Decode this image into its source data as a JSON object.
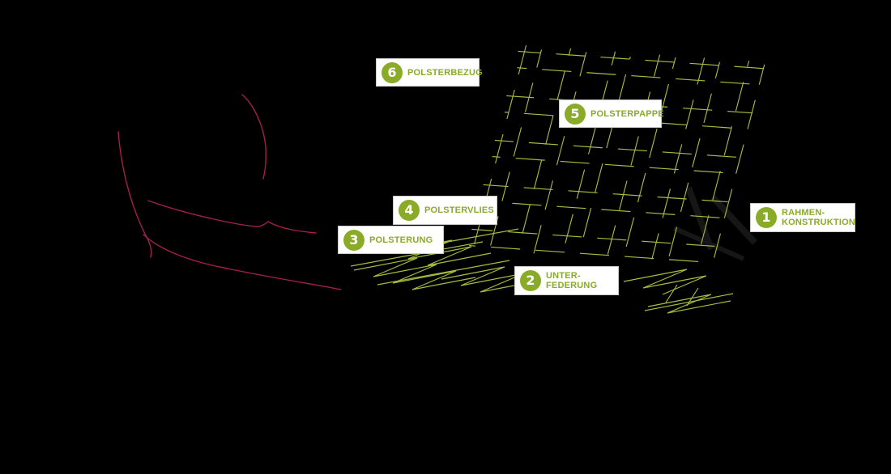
{
  "canvas": {
    "background": "#000000"
  },
  "colors": {
    "canvas_bg": "#000000",
    "accent_green": "#8aab28",
    "hatch_green": "#a6bd3f",
    "outline_pink": "#a41e50",
    "label_box_bg": "#ffffff",
    "label_box_border": "#c9c9c9",
    "number_color": "#ffffff"
  },
  "diagram": {
    "subject": "upholstery-layers-exploded-view",
    "labels": [
      {
        "number": "6",
        "line1": "POLSTERBEZUG",
        "line2": ""
      },
      {
        "number": "5",
        "line1": "POLSTERPAPPE",
        "line2": ""
      },
      {
        "number": "4",
        "line1": "POLSTERVLIES",
        "line2": ""
      },
      {
        "number": "3",
        "line1": "POLSTERUNG",
        "line2": ""
      },
      {
        "number": "2",
        "line1": "UNTER-",
        "line2": "FEDERUNG"
      },
      {
        "number": "1",
        "line1": "RAHMEN-",
        "line2": "KONSTRUKTION"
      }
    ]
  }
}
